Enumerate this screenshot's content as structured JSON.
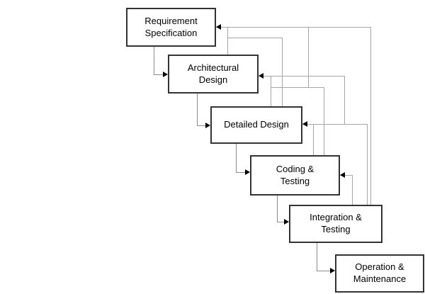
{
  "diagram": {
    "boxes": [
      {
        "id": "requirement-specification",
        "label": "Requirement\nSpecification"
      },
      {
        "id": "architectural-design",
        "label": "Architectural\nDesign"
      },
      {
        "id": "detailed-design",
        "label": "Detailed Design"
      },
      {
        "id": "coding-testing",
        "label": "Coding &\nTesting"
      },
      {
        "id": "integration-testing",
        "label": "Integration &\nTesting"
      },
      {
        "id": "operation-maintenance",
        "label": "Operation &\nMaintenance"
      }
    ],
    "flow_connections": [
      {
        "from": "requirement-specification",
        "to": "architectural-design"
      },
      {
        "from": "architectural-design",
        "to": "detailed-design"
      },
      {
        "from": "detailed-design",
        "to": "coding-testing"
      },
      {
        "from": "coding-testing",
        "to": "integration-testing"
      },
      {
        "from": "integration-testing",
        "to": "operation-maintenance"
      }
    ],
    "feedback_connections": [
      {
        "from": "architectural-design",
        "to": "requirement-specification"
      },
      {
        "from": "detailed-design",
        "to": "requirement-specification"
      },
      {
        "from": "detailed-design",
        "to": "architectural-design"
      },
      {
        "from": "coding-testing",
        "to": "requirement-specification"
      },
      {
        "from": "coding-testing",
        "to": "architectural-design"
      },
      {
        "from": "coding-testing",
        "to": "detailed-design"
      },
      {
        "from": "integration-testing",
        "to": "requirement-specification"
      },
      {
        "from": "integration-testing",
        "to": "architectural-design"
      },
      {
        "from": "integration-testing",
        "to": "detailed-design"
      },
      {
        "from": "integration-testing",
        "to": "coding-testing"
      }
    ],
    "colors": {
      "background": "#ffffff",
      "box_border": "#333333",
      "box_fill": "#ffffff",
      "text": "#000000",
      "flow_line": "#8c8c8c",
      "feedback_line": "#a6a6a6",
      "arrowhead": "#000000"
    }
  }
}
